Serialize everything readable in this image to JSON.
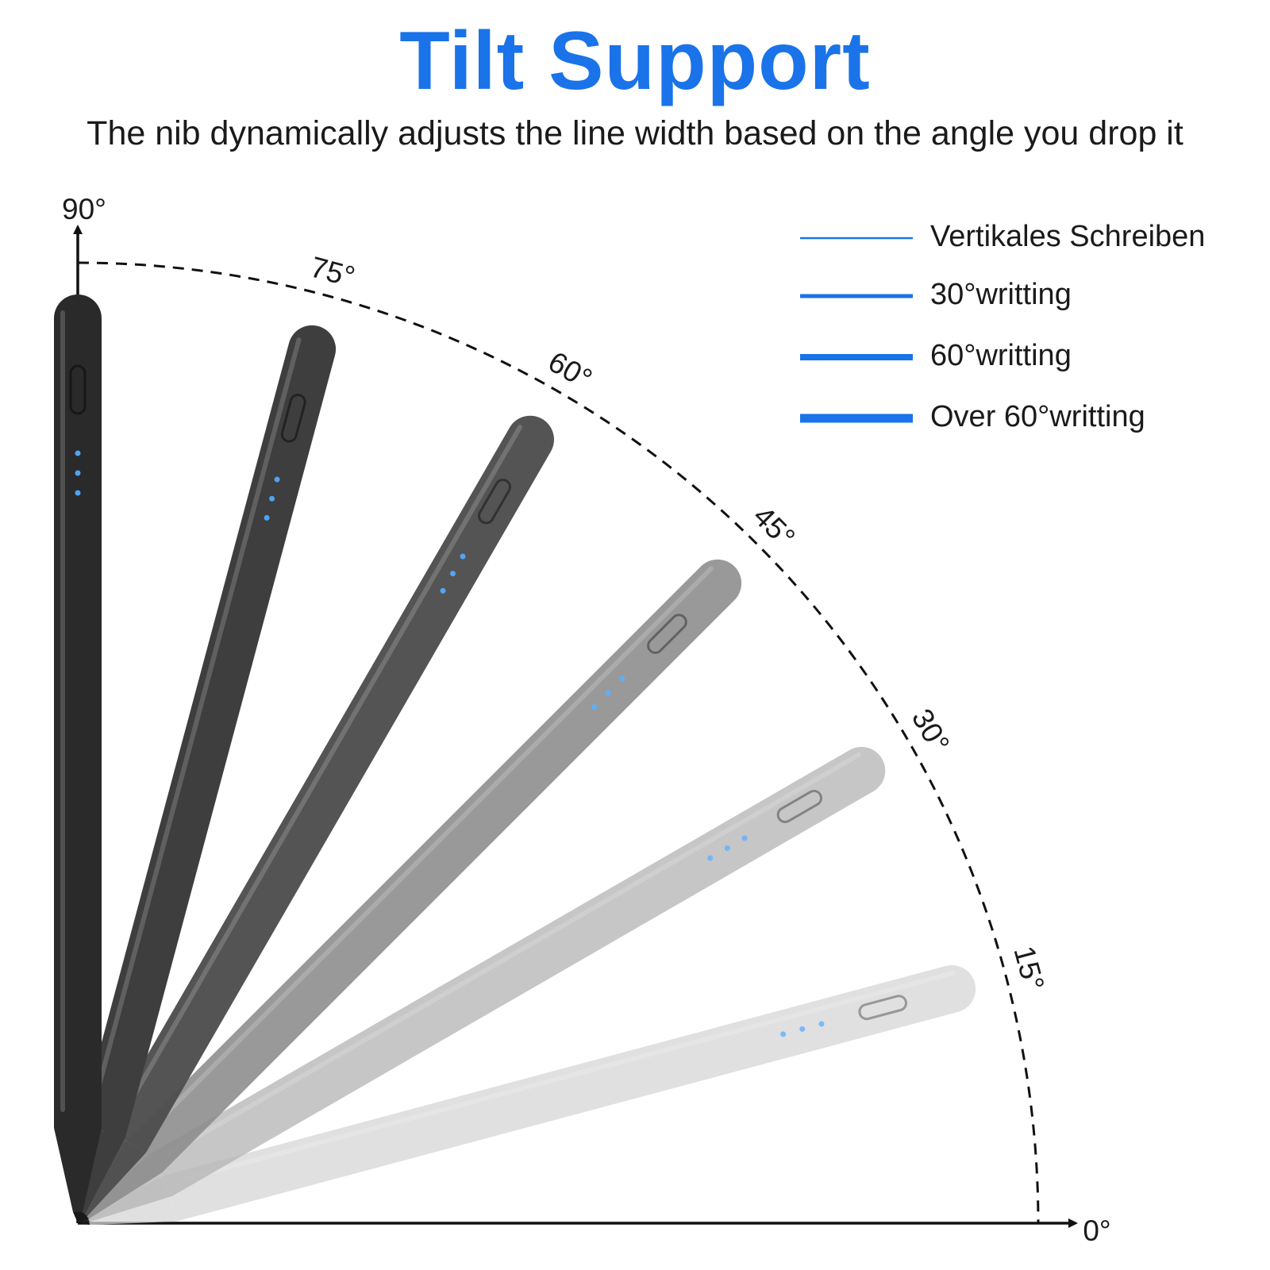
{
  "header": {
    "title": "Tilt Support",
    "subtitle": "The nib dynamically adjusts the line width based on the angle you drop it"
  },
  "colors": {
    "accent": "#1a73e8",
    "indicator_dot": "#4da3f5",
    "axis": "#111111"
  },
  "angles": [
    {
      "id": "90",
      "label": "90°",
      "degrees": 90,
      "pen_shade": "#2a2a2a",
      "pen_opacity": 1.0
    },
    {
      "id": "75",
      "label": "75°",
      "degrees": 75,
      "pen_shade": "#3e3e3e",
      "pen_opacity": 1.0
    },
    {
      "id": "60",
      "label": "60°",
      "degrees": 60,
      "pen_shade": "#4f4f4f",
      "pen_opacity": 0.97
    },
    {
      "id": "45",
      "label": "45°",
      "degrees": 45,
      "pen_shade": "#8c8c8c",
      "pen_opacity": 0.88
    },
    {
      "id": "30",
      "label": "30°",
      "degrees": 30,
      "pen_shade": "#b8b8b8",
      "pen_opacity": 0.8
    },
    {
      "id": "15",
      "label": "15°",
      "degrees": 15,
      "pen_shade": "#d6d6d6",
      "pen_opacity": 0.75
    },
    {
      "id": "0",
      "label": "0°",
      "degrees": 0,
      "pen_shade": null,
      "pen_opacity": 0
    }
  ],
  "legend": [
    {
      "label": "Vertikales Schreiben",
      "line_weight": "thin"
    },
    {
      "label": "30°writting",
      "line_weight": "medium"
    },
    {
      "label": "60°writting",
      "line_weight": "thick"
    },
    {
      "label": "Over 60°writting",
      "line_weight": "heavy"
    }
  ]
}
